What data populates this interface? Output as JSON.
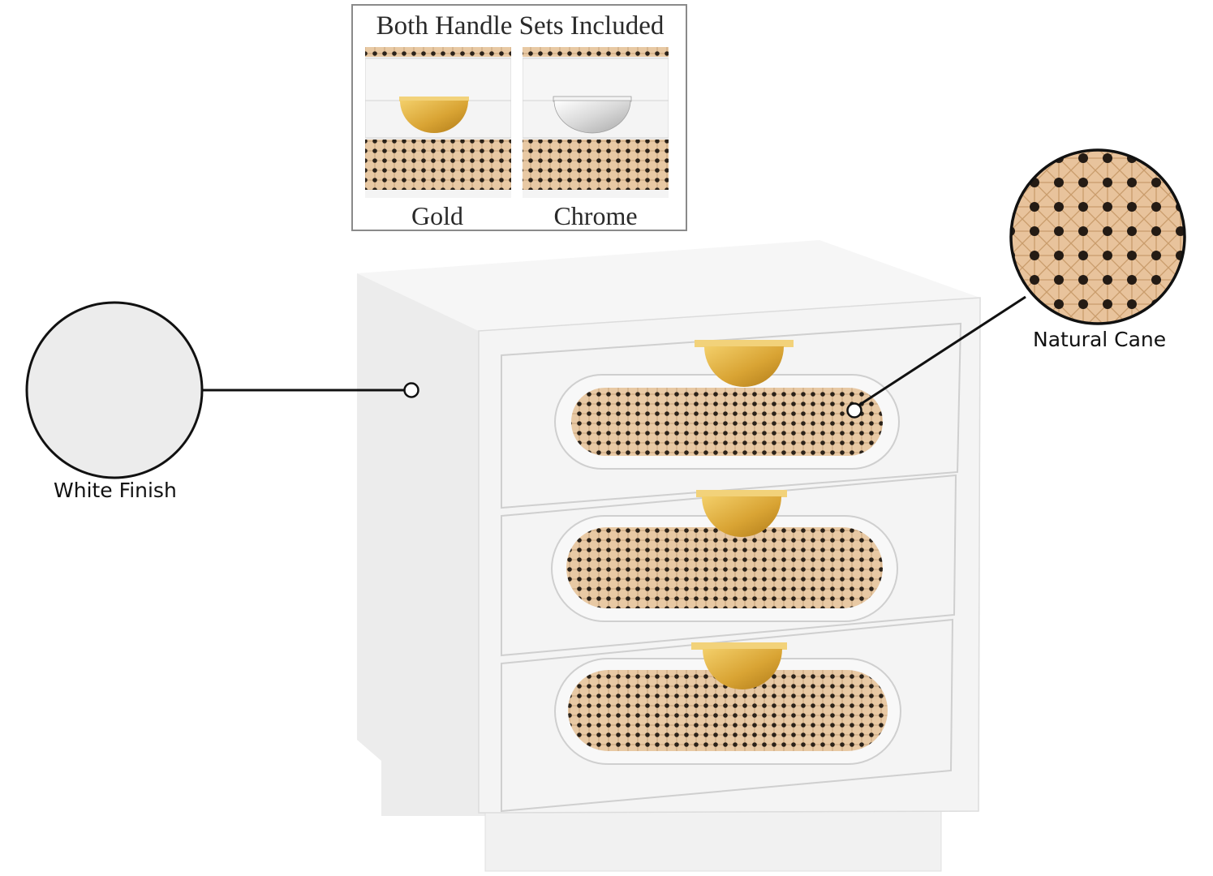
{
  "handle_box": {
    "title": "Both Handle Sets Included",
    "options": [
      {
        "label": "Gold",
        "color": "#d9a434"
      },
      {
        "label": "Chrome",
        "color": "#d8d8d8"
      }
    ]
  },
  "callouts": {
    "finish": {
      "label": "White Finish",
      "swatch_color": "#ececec"
    },
    "cane": {
      "label": "Natural Cane",
      "swatch_color": "#e8c39c"
    }
  },
  "product": {
    "drawer_count": 3,
    "body_color": "#f4f4f4",
    "handle_color": "#d9a434",
    "cane_color": "#e6c8a5"
  }
}
